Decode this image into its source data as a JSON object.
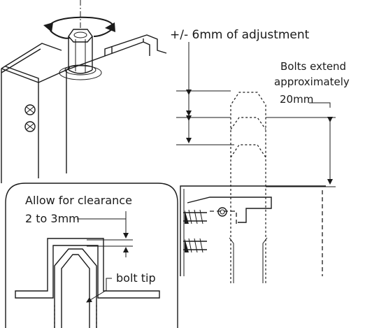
{
  "labels": {
    "adjustment": "+/- 6mm of adjustment",
    "bolts_line1": "Bolts extend",
    "bolts_line2": "approximately",
    "bolts_line3": "20mm",
    "clearance_line1": "Allow for clearance",
    "clearance_line2": "2 to 3mm",
    "bolt_tip": "bolt tip"
  },
  "colors": {
    "line": "#1a1a1a",
    "background": "#ffffff"
  },
  "icons": [
    "rotation-arrow-icon",
    "screw-icon"
  ]
}
